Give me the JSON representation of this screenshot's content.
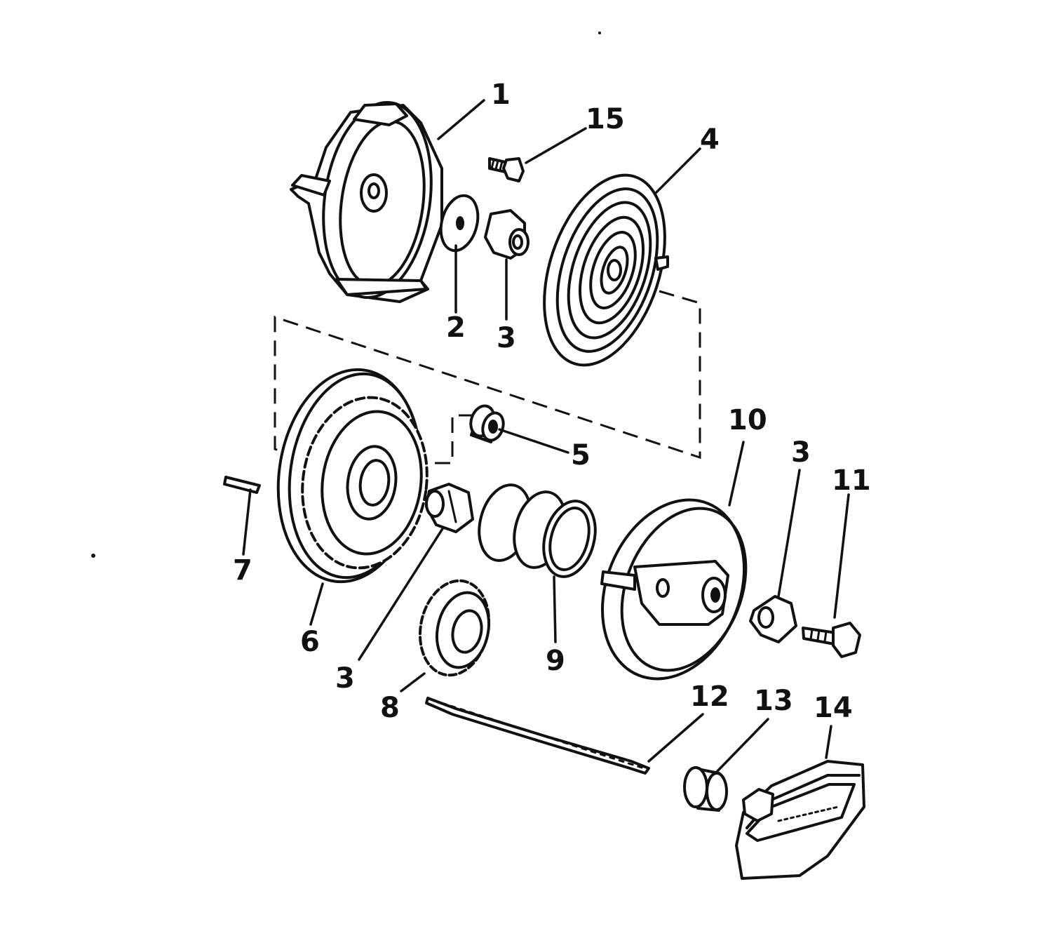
{
  "callouts": {
    "p1": "1",
    "p2": "2",
    "p3a": "3",
    "p3b": "3",
    "p3c": "3",
    "p4": "4",
    "p5": "5",
    "p6": "6",
    "p7": "7",
    "p8": "8",
    "p9": "9",
    "p10": "10",
    "p11": "11",
    "p12": "12",
    "p13": "13",
    "p14": "14",
    "p15": "15"
  },
  "colors": {
    "ink": "#111111",
    "paper": "#ffffff"
  }
}
